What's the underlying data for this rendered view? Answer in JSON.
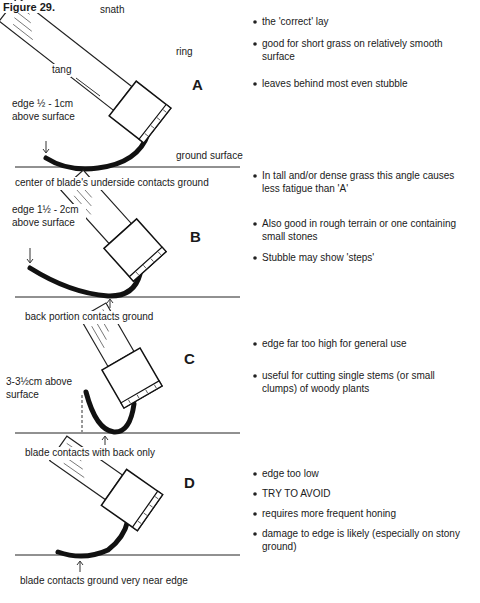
{
  "diagram": {
    "title": "Figure 29.",
    "labels": [
      "snath",
      "ring",
      "tang",
      "A",
      "edge ½ - 1cm above surface",
      "ground surface",
      "center of blade's underside contacts ground",
      "the 'correct' lay",
      "good for short grass on relatively smooth surface",
      "leaves behind most even stubble",
      "edge 1½ - 2cm above surface",
      "B",
      "back portion contacts ground",
      "In tall and/or dense grass this angle causes less fatigue than 'A'",
      "Also good in rough terrain or one containing small stones",
      "Stubble may show 'steps'",
      "3-3½cm above surface",
      "C",
      "blade contacts with back only",
      "edge far too high for general use",
      "useful for cutting single stems (or small clumps) of woody plants",
      "D",
      "edge too low",
      "TRY TO AVOID",
      "requires more frequent honing",
      "damage to edge is likely (especially on stony ground)",
      "blade contacts ground very near edge"
    ]
  }
}
